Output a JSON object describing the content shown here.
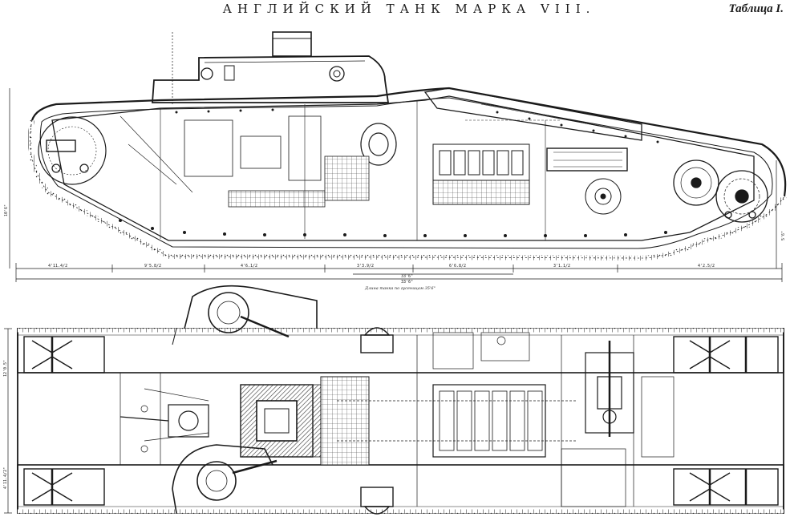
{
  "title": "АНГЛИЙСКИЙ ТАНК МАРКА VIII.",
  "plate_label": "Таблица I.",
  "dimension_labels": {
    "side_segments": [
      "4'11.4/2",
      "9'5.8/2",
      "4'6.1/2",
      "3'3.9/2",
      "6'6.8/2",
      "3'1.1/2",
      "4'2.5/2"
    ],
    "overall_middle": "33'6\"",
    "overall_inner": "33'6\"",
    "caption": "Длина танка по гусеницам 35'6\"",
    "vertical_height": "10'6\"",
    "right_height": "5'6\"",
    "plan_width_left": "12'0.5\"",
    "plan_width_mid": "4'11.4/2\""
  },
  "colors": {
    "ink": "#1a1a1a",
    "paper": "#ffffff",
    "hatch": "#555555"
  }
}
